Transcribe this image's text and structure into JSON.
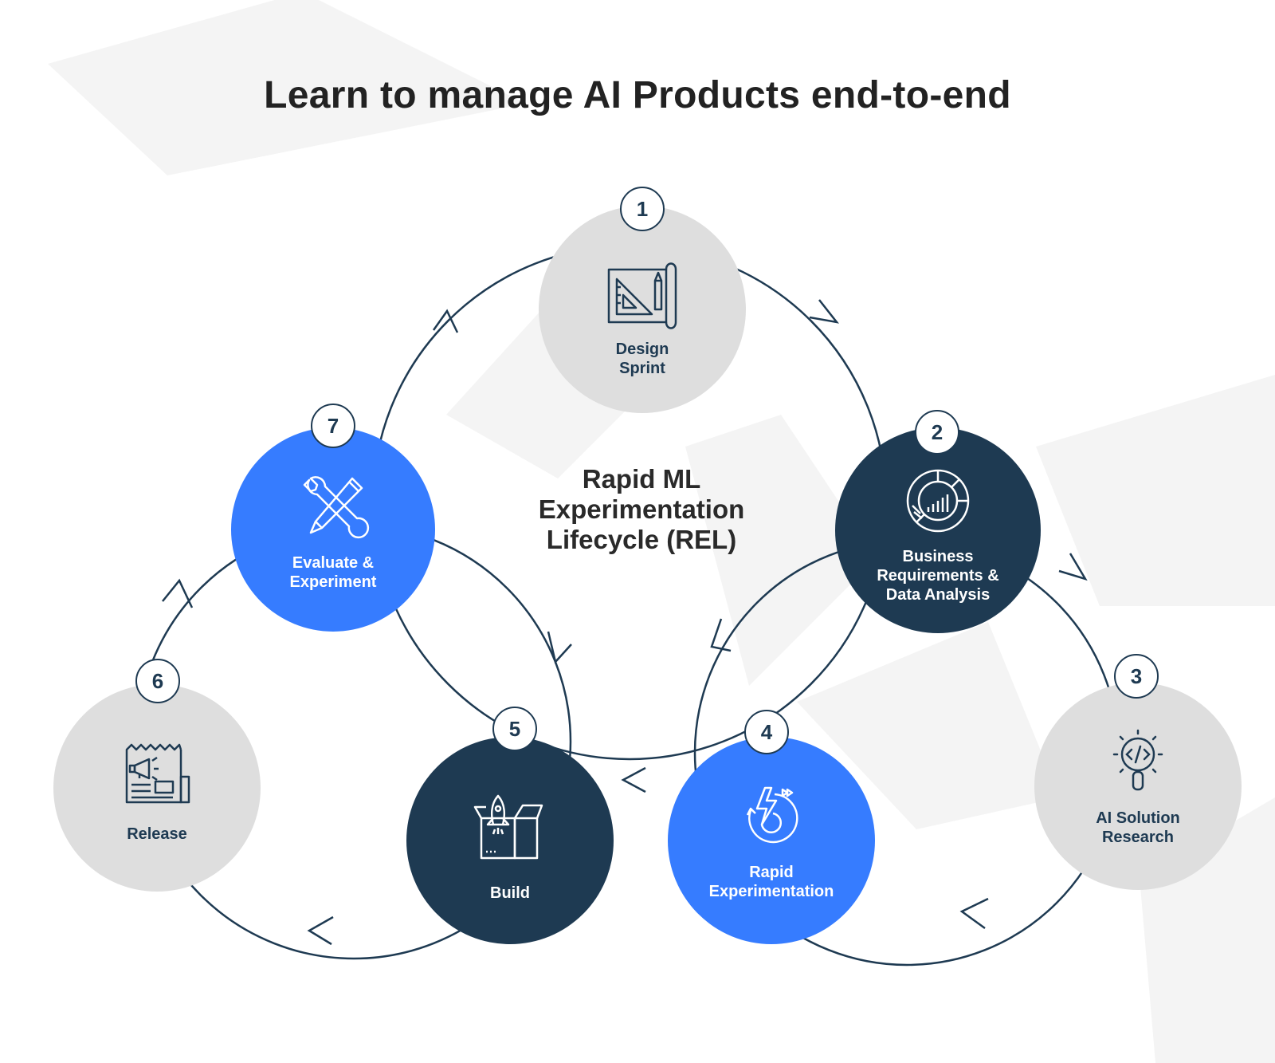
{
  "title": "Learn to manage AI Products end-to-end",
  "center_title": [
    "Rapid ML",
    "Experimentation",
    "Lifecycle (REL)"
  ],
  "colors": {
    "navy": "#1e3a52",
    "blue": "#367cff",
    "gray": "#dedede",
    "background_shape": "#f3f3f3",
    "text": "#222222"
  },
  "steps": [
    {
      "number": "1",
      "label_lines": [
        "Design",
        "Sprint"
      ],
      "icon": "blueprint-icon",
      "style": "gray"
    },
    {
      "number": "2",
      "label_lines": [
        "Business",
        "Requirements &",
        "Data Analysis"
      ],
      "icon": "pie-chart-analysis-icon",
      "style": "navy"
    },
    {
      "number": "3",
      "label_lines": [
        "AI Solution",
        "Research"
      ],
      "icon": "magnifier-code-icon",
      "style": "gray"
    },
    {
      "number": "4",
      "label_lines": [
        "Rapid",
        "Experimentation"
      ],
      "icon": "lightning-cycle-icon",
      "style": "blue"
    },
    {
      "number": "5",
      "label_lines": [
        "Build"
      ],
      "icon": "rocket-box-icon",
      "style": "navy"
    },
    {
      "number": "6",
      "label_lines": [
        "Release"
      ],
      "icon": "newspaper-megaphone-icon",
      "style": "gray"
    },
    {
      "number": "7",
      "label_lines": [
        "Evaluate &",
        "Experiment"
      ],
      "icon": "wrench-pencil-icon",
      "style": "blue"
    }
  ]
}
